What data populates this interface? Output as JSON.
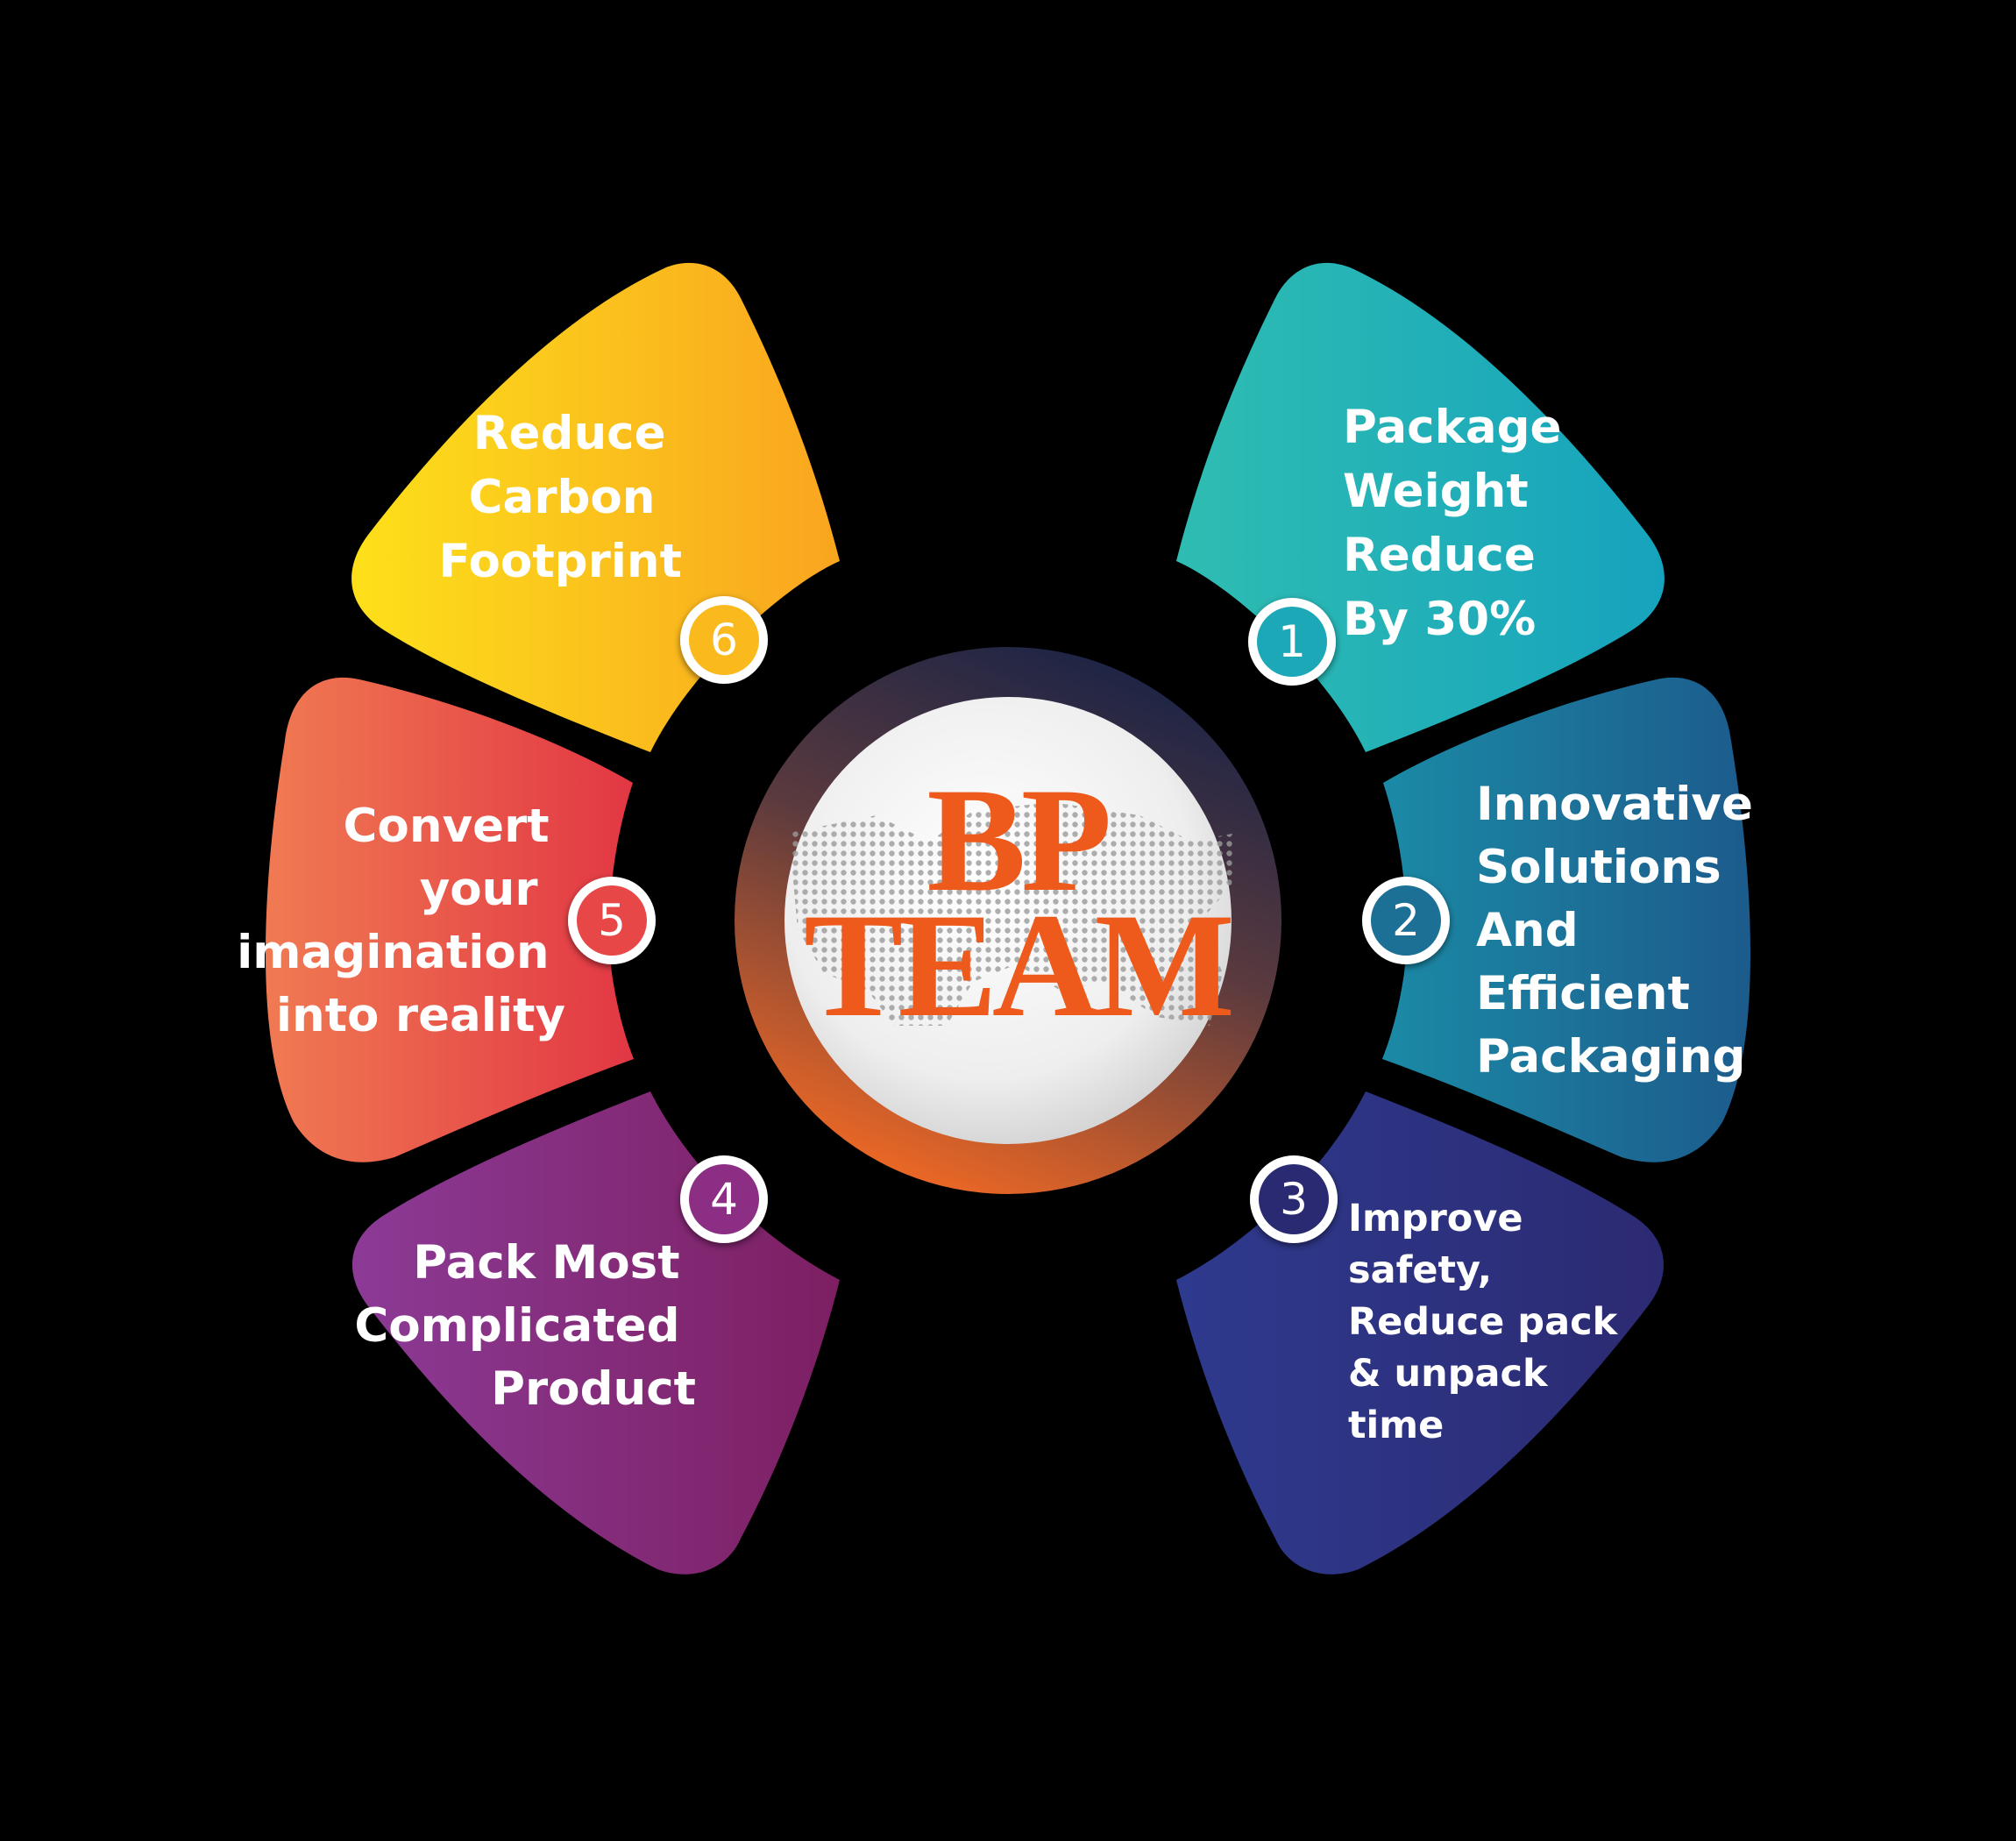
{
  "center": {
    "line1": "BP",
    "line2": "TEAM",
    "title_color": "#ee5a1c"
  },
  "segments": [
    {
      "number": "1",
      "lines": [
        "Package",
        "Weight",
        "Reduce",
        "By 30%"
      ],
      "color_start": "#2fbdb2",
      "color_end": "#16a3bd"
    },
    {
      "number": "2",
      "lines": [
        "Innovative",
        "Solutions",
        "And",
        "Efficient",
        "Packaging"
      ],
      "color_start": "#1b8aa6",
      "color_end": "#1c5b8c"
    },
    {
      "number": "3",
      "lines": [
        "Improve",
        "safety,",
        "Reduce pack",
        "& unpack",
        "time"
      ],
      "color_start": "#2e3a8e",
      "color_end": "#2c2a72"
    },
    {
      "number": "4",
      "lines": [
        "Pack Most",
        "Complicated",
        "Product"
      ],
      "color_start": "#8c3a96",
      "color_end": "#7d1f62"
    },
    {
      "number": "5",
      "lines": [
        "Convert",
        "your",
        "imagination",
        "into reality"
      ],
      "color_start": "#f07a52",
      "color_end": "#e23744"
    },
    {
      "number": "6",
      "lines": [
        "Reduce",
        "Carbon",
        "Footprint"
      ],
      "color_start": "#fde01a",
      "color_end": "#f9a51f"
    }
  ]
}
